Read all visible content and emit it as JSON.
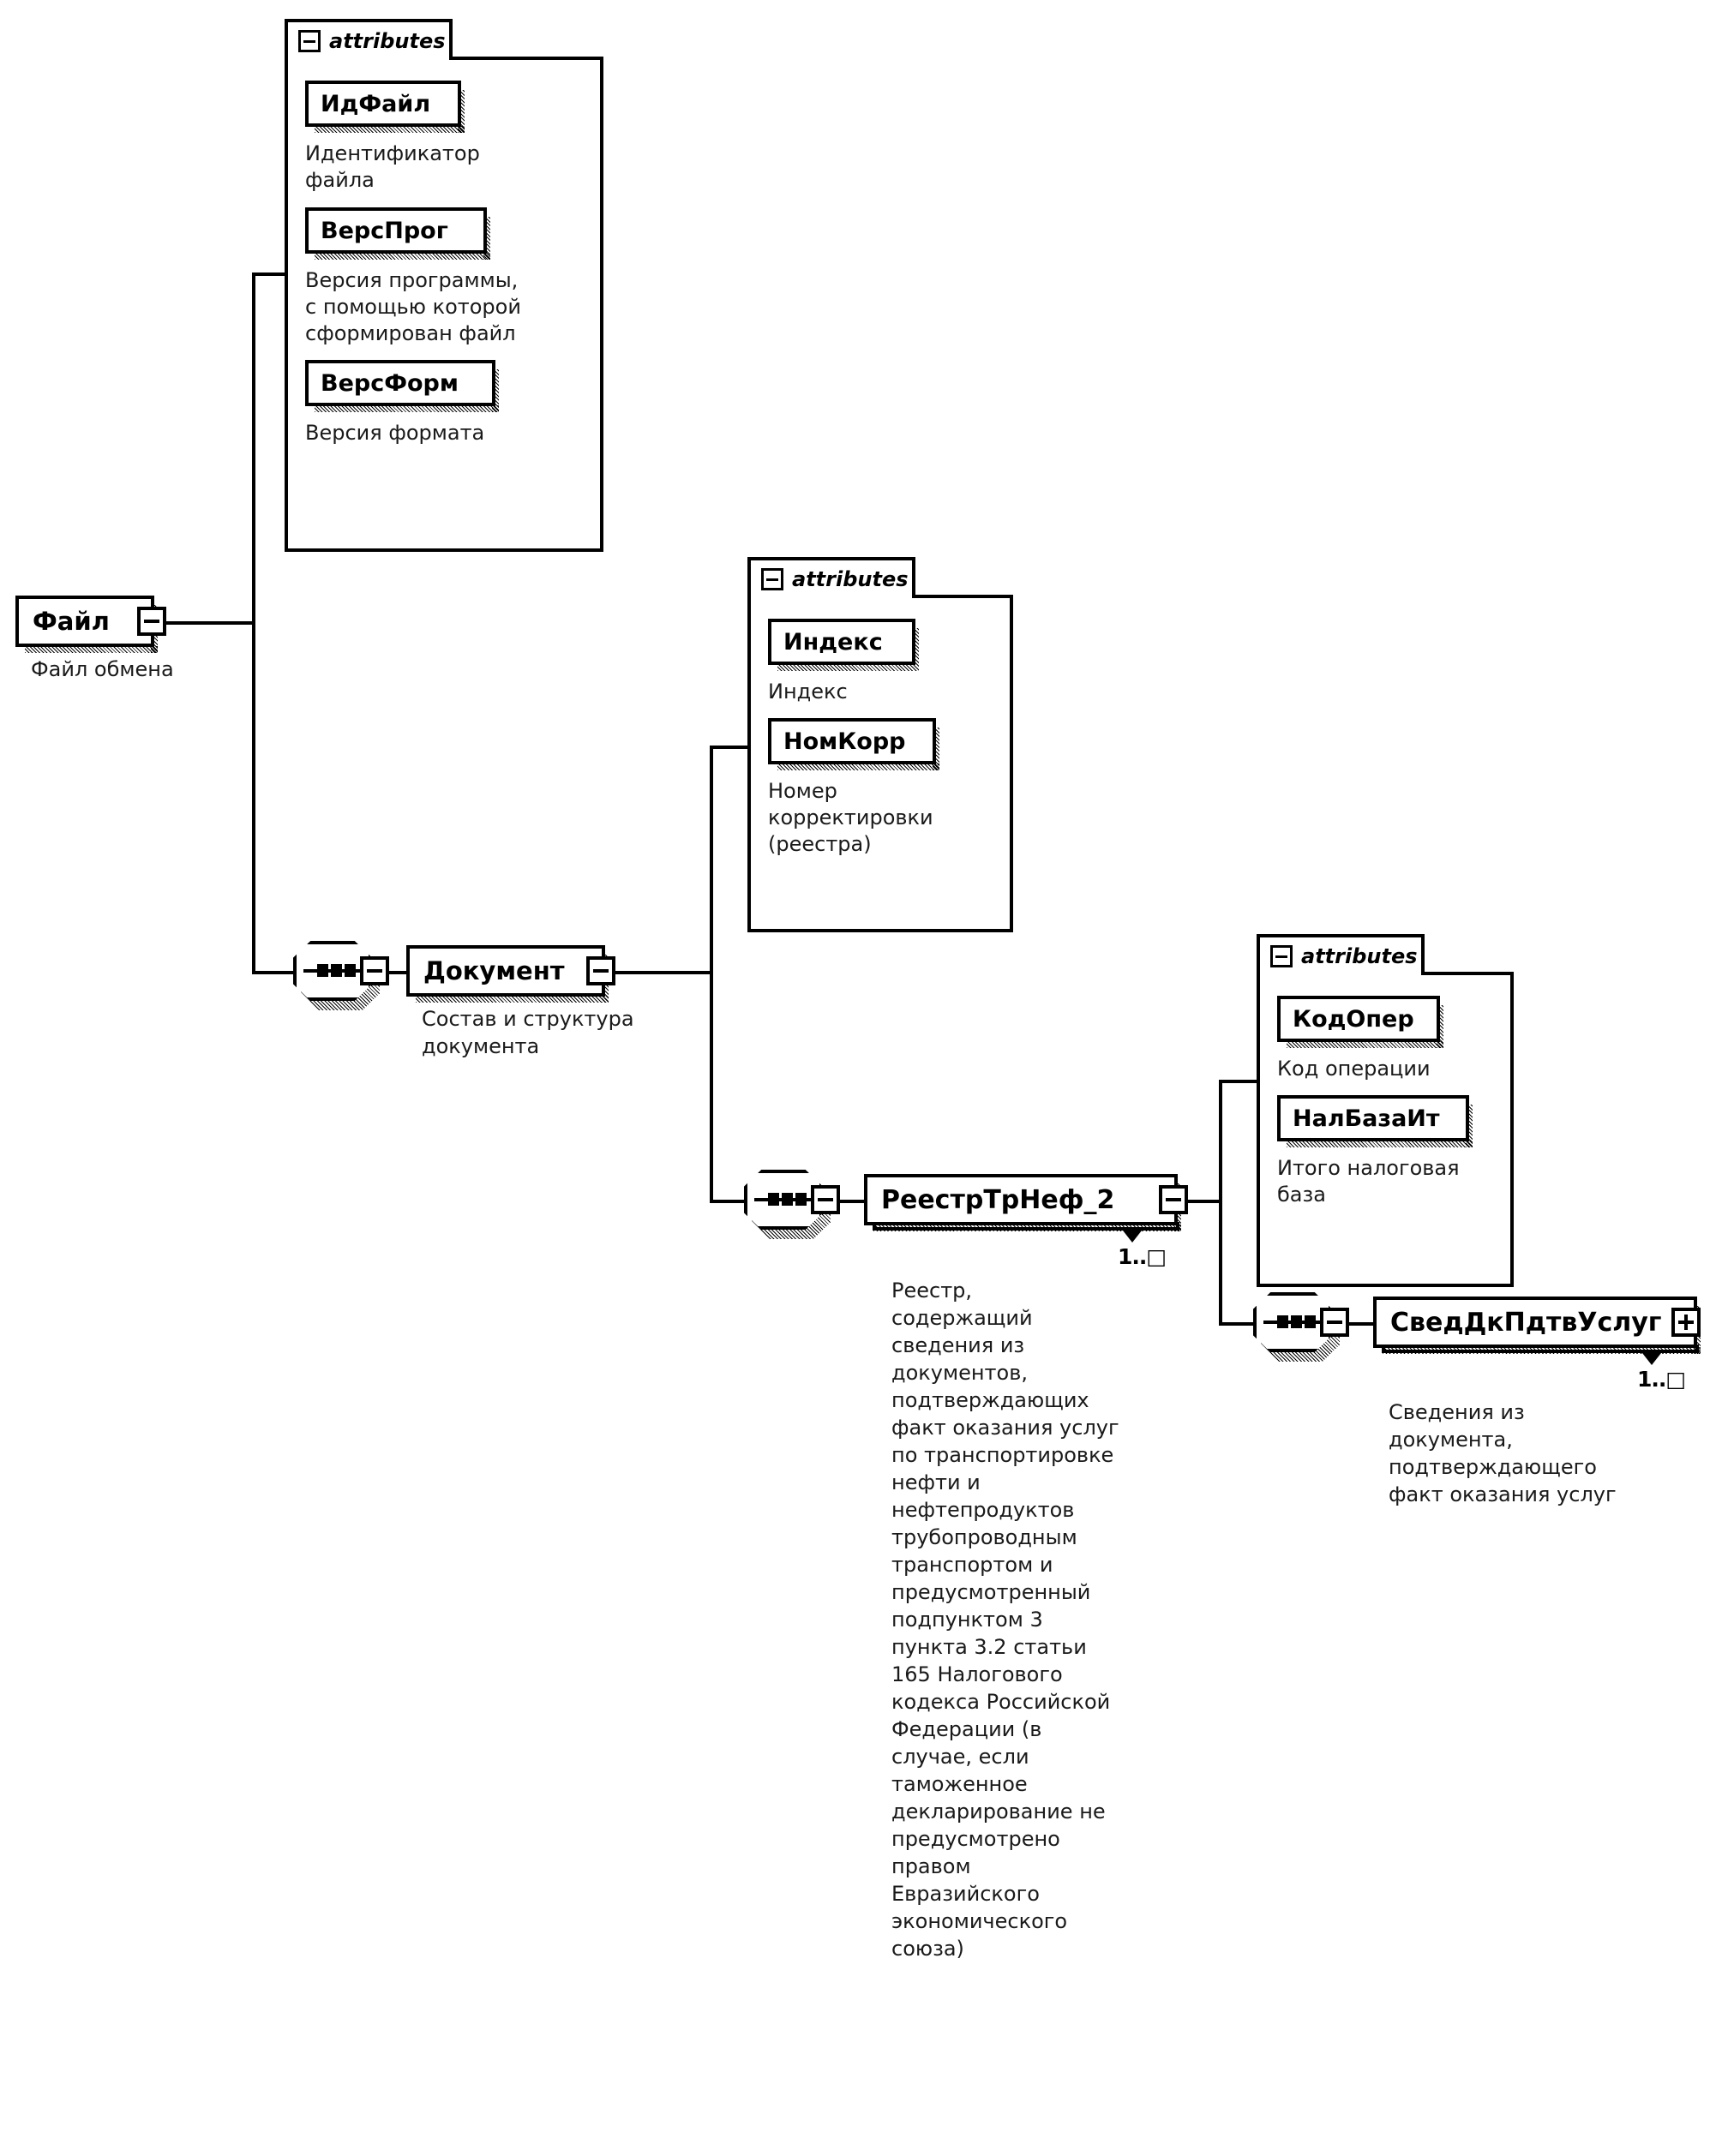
{
  "diagram": {
    "type": "xsd-schema-tree",
    "root": {
      "name": "Файл",
      "description": "Файл обмена",
      "expander": "minus",
      "attributes_title": "attributes",
      "attributes": [
        {
          "name": "ИдФайл",
          "description": "Идентификатор\nфайла"
        },
        {
          "name": "ВерсПрог",
          "description": "Версия программы,\nс помощью которой\nсформирован файл"
        },
        {
          "name": "ВерсФорм",
          "description": "Версия формата"
        }
      ]
    },
    "level2": {
      "name": "Документ",
      "description": "Состав и структура\nдокумента",
      "expander": "minus",
      "connector": "sequence",
      "attributes_title": "attributes",
      "attributes": [
        {
          "name": "Индекс",
          "description": "Индекс"
        },
        {
          "name": "НомКорр",
          "description": "Номер\nкорректировки\n(реестра)"
        }
      ]
    },
    "level3": {
      "name": "РеестрТрНеф_2",
      "cardinality": "1..□",
      "expander": "minus",
      "repeating": true,
      "connector": "sequence",
      "description": "Реестр,\nсодержащий\nсведения из\nдокументов,\nподтверждающих\nфакт оказания услуг\nпо транспортировке\nнефти и\nнефтепродуктов\nтрубопроводным\nтранспортом и\nпредусмотренный\nподпунктом 3\nпункта 3.2 статьи\n165 Налогового\nкодекса Российской\nФедерации (в\nслучае, если\nтаможенное\nдекларирование не\nпредусмотрено\nправом\nЕвразийского\nэкономического\nсоюза)",
      "attributes_title": "attributes",
      "attributes": [
        {
          "name": "КодОпер",
          "description": "Код операции"
        },
        {
          "name": "НалБазаИт",
          "description": "Итого налоговая\nбаза"
        }
      ]
    },
    "level4": {
      "name": "СведДкПдтвУслуг",
      "cardinality": "1..□",
      "expander": "plus",
      "repeating": true,
      "connector": "sequence",
      "description": "Сведения из\nдокумента,\nподтверждающего\nфакт оказания услуг"
    }
  }
}
